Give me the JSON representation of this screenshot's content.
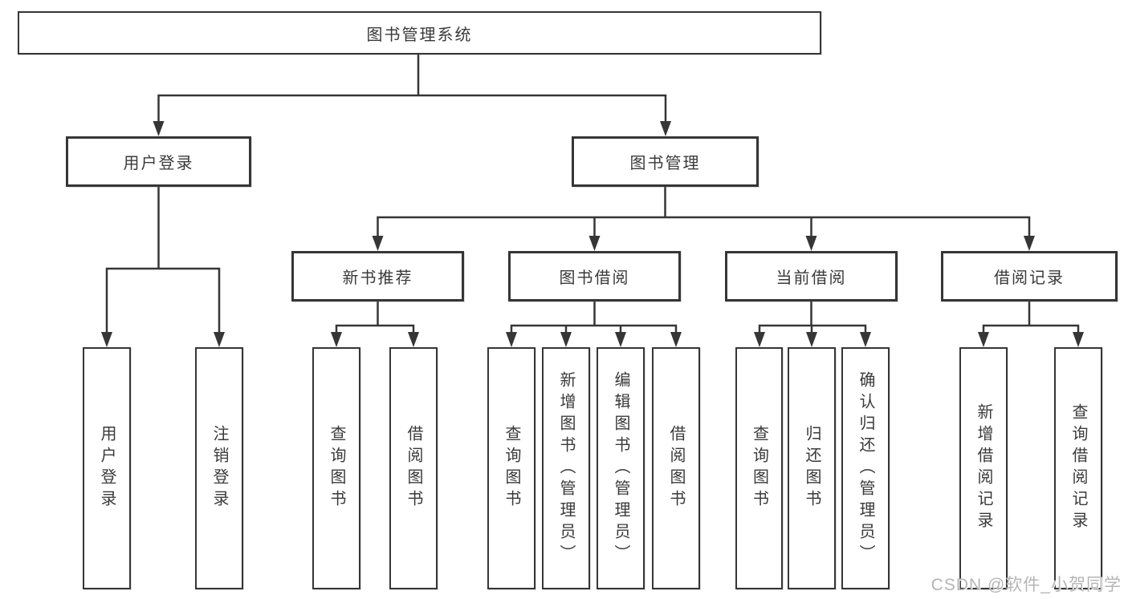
{
  "diagram": {
    "root": {
      "label": "图书管理系统"
    },
    "user_login": {
      "label": "用户登录",
      "children": [
        {
          "label": "用户登录"
        },
        {
          "label": "注销登录"
        }
      ]
    },
    "book_management": {
      "label": "图书管理",
      "sections": [
        {
          "label": "新书推荐",
          "children": [
            {
              "label": "查询图书"
            },
            {
              "label": "借阅图书"
            }
          ]
        },
        {
          "label": "图书借阅",
          "children": [
            {
              "label": "查询图书"
            },
            {
              "label": "新增图书（管理员）"
            },
            {
              "label": "编辑图书（管理员）"
            },
            {
              "label": "借阅图书"
            }
          ]
        },
        {
          "label": "当前借阅",
          "children": [
            {
              "label": "查询图书"
            },
            {
              "label": "归还图书"
            },
            {
              "label": "确认归还（管理员）"
            }
          ]
        },
        {
          "label": "借阅记录",
          "children": [
            {
              "label": "新增借阅记录"
            },
            {
              "label": "查询借阅记录"
            }
          ]
        }
      ]
    }
  },
  "watermark": {
    "text": "CSDN @软件_小贺同学"
  },
  "colors": {
    "line": "#363636",
    "text": "#3a3a3a",
    "background": "#ffffff",
    "watermark": "#b5b5b5"
  }
}
